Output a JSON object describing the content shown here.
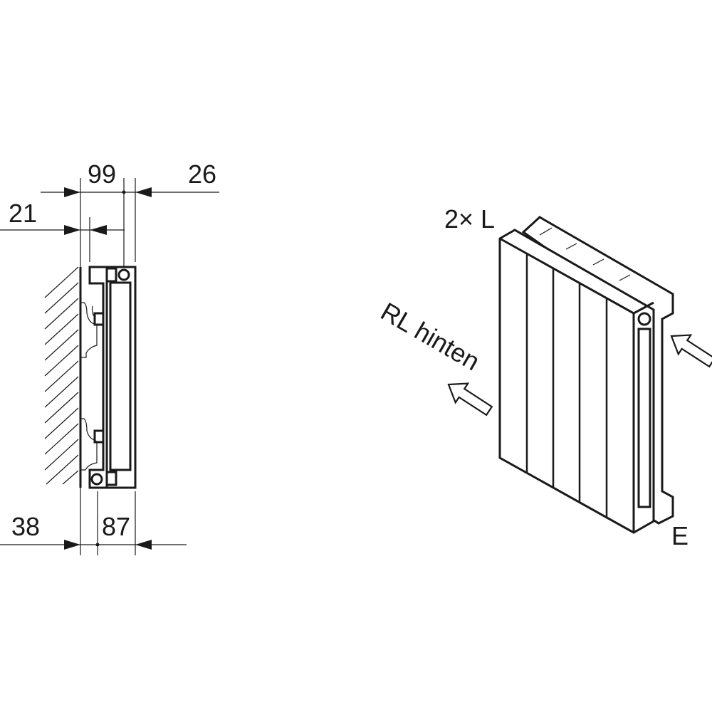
{
  "side_view": {
    "dimensions": {
      "top_total": "99",
      "top_right": "26",
      "wall_offset": "21",
      "bottom_left": "38",
      "bottom_right": "87"
    }
  },
  "iso_view": {
    "label_count": "2× L",
    "label_return": "RL hinten",
    "label_inlet": "E"
  }
}
